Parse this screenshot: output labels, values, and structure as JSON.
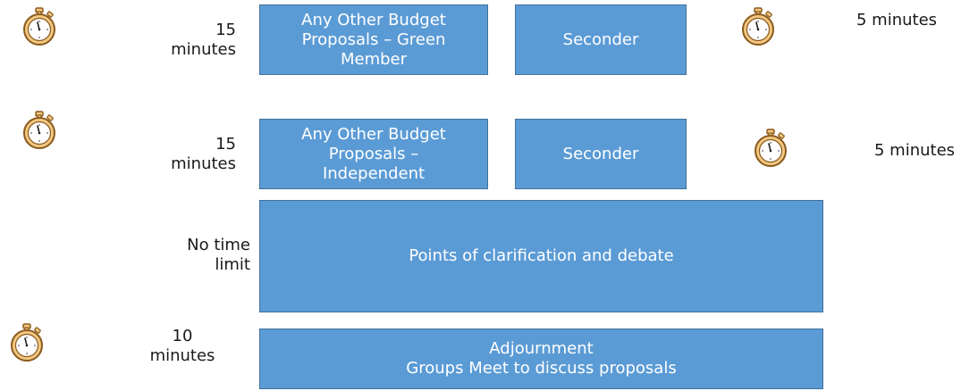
{
  "rows": [
    {
      "time_label": "15\nminutes",
      "proposal": "Any Other Budget\nProposals – Green\nMember",
      "seconder": "Seconder",
      "seconder_time": "5 minutes"
    },
    {
      "time_label": "15\nminutes",
      "proposal": "Any Other Budget\nProposals –\nIndependent",
      "seconder": "Seconder",
      "seconder_time": "5 minutes"
    }
  ],
  "debate": {
    "time_label": "No time\nlimit",
    "text": "Points of clarification  and debate"
  },
  "adjournment": {
    "time_label": "10\nminutes",
    "text": "Adjournment\nGroups  Meet to discuss proposals"
  },
  "icons": {
    "timer": "stopwatch-icon"
  },
  "colors": {
    "box_fill": "#5b9bd5",
    "box_border": "#41719c",
    "box_text": "#ffffff",
    "timer_body": "#f2c782",
    "timer_outline": "#8a5a1c"
  }
}
